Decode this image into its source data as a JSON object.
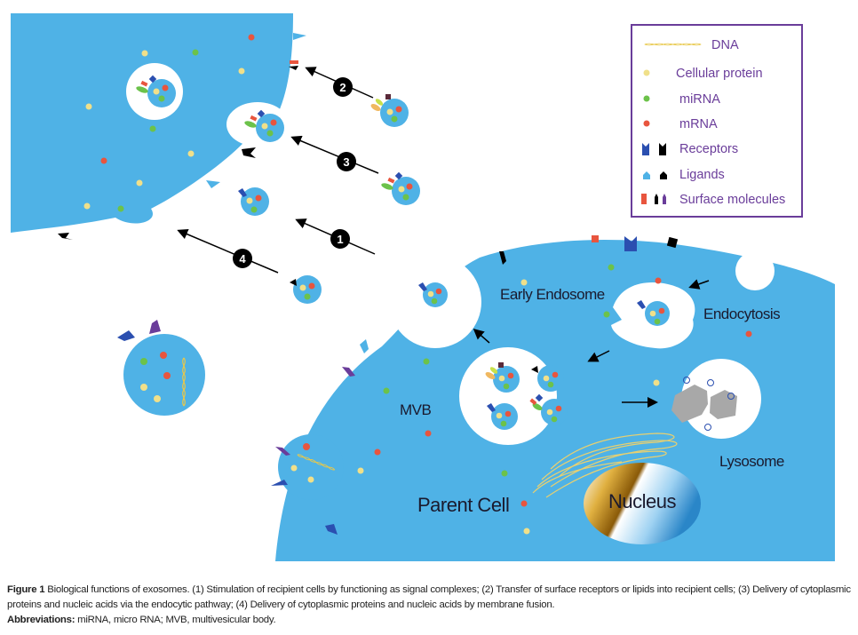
{
  "figure": {
    "labels": {
      "early_endosome": "Early Endosome",
      "endocytosis": "Endocytosis",
      "mvb": "MVB",
      "lysosome": "Lysosome",
      "parent_cell": "Parent Cell",
      "nucleus": "Nucleus"
    },
    "pathway_numbers": [
      "1",
      "2",
      "3",
      "4"
    ],
    "colors": {
      "cell": "#4fb2e6",
      "cellular_protein": "#f0e08a",
      "mirna": "#6cc24a",
      "mrna": "#e8553e",
      "receptor_blue": "#2b4fb0",
      "ligand_blue": "#4fb2e6",
      "surface_red": "#e8553e",
      "surface_purple": "#6a3d9a",
      "dna": "#e8c84a",
      "legend_border": "#6a3d9a",
      "lysosome_debris": "#a8a8a8"
    }
  },
  "legend": {
    "items": [
      {
        "icon": "dna-icon",
        "label": "DNA"
      },
      {
        "icon": "cellular-protein-dot",
        "label": "Cellular protein"
      },
      {
        "icon": "mirna-dot",
        "label": "miRNA"
      },
      {
        "icon": "mrna-dot",
        "label": "mRNA"
      },
      {
        "icon": "receptors-icon",
        "label": "Receptors"
      },
      {
        "icon": "ligands-icon",
        "label": "Ligands"
      },
      {
        "icon": "surface-molecules-icon",
        "label": "Surface molecules"
      }
    ]
  },
  "caption": {
    "figure_label": "Figure 1",
    "text": " Biological functions of exosomes. (1) Stimulation of recipient cells by functioning as signal complexes; (2) Transfer of surface receptors or lipids into recipient cells; (3) Delivery of cytoplasmic proteins and nucleic acids via the endocytic pathway; (4) Delivery of cytoplasmic proteins and nucleic acids by membrane fusion.",
    "abbrev_label": "Abbreviations:",
    "abbrev_text": " miRNA, micro RNA; MVB, multivesicular body."
  }
}
